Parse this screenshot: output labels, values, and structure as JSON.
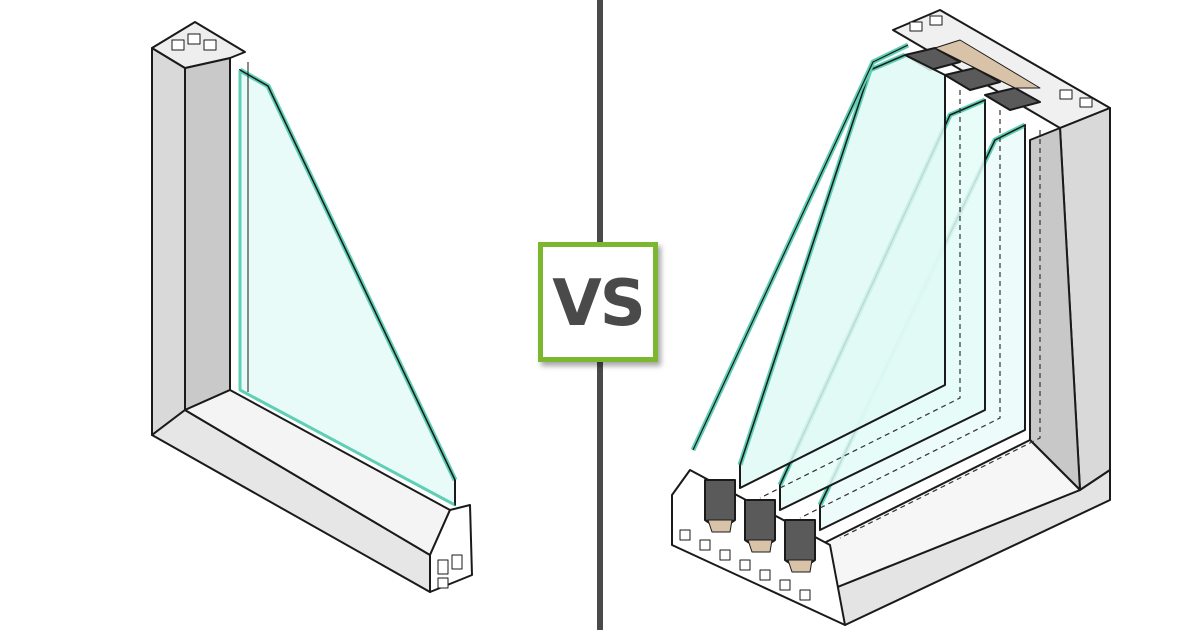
{
  "badge": {
    "label": "VS"
  },
  "colors": {
    "frame_face": "#d2d2d2",
    "frame_light": "#f2f2f2",
    "frame_white": "#ffffff",
    "outline": "#1a1a1a",
    "glass_fill": "#e8fbf9",
    "glass_edge": "#5ecfb4",
    "seal_dark": "#4a4a4a",
    "spacer_tan": "#d8c3a8",
    "accent_green": "#7cb82f",
    "divider": "#4a4a4a"
  },
  "illustrations": [
    {
      "name": "single-pane-window-section",
      "panes": 1
    },
    {
      "name": "triple-pane-window-section",
      "panes": 3
    }
  ]
}
